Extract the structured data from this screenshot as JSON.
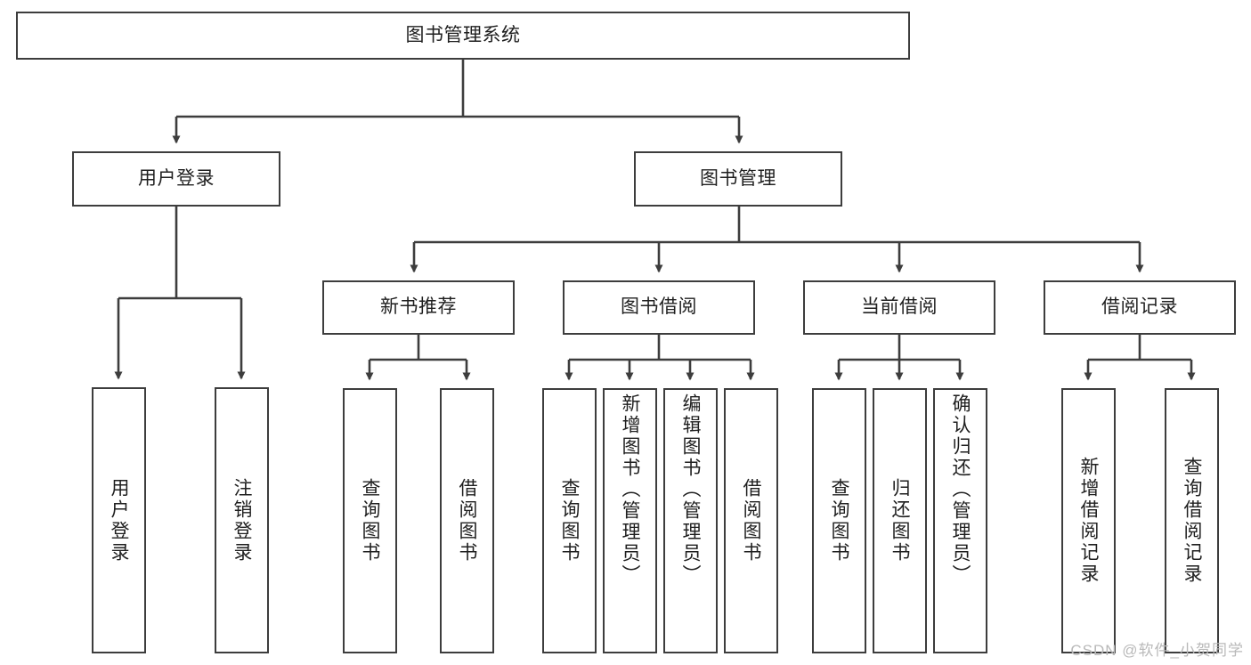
{
  "diagram": {
    "type": "hierarchy-tree",
    "title": "图书管理系统",
    "watermark": "CSDN @软件_小贺同学",
    "colors": {
      "stroke": "#3d3d3d",
      "fill": "#ffffff",
      "text": "#1f1f1f",
      "watermark": "#b9b9b9"
    },
    "nodes": {
      "root": {
        "label": "图书管理系统"
      },
      "level2": [
        {
          "id": "user-login",
          "label": "用户登录"
        },
        {
          "id": "book-manage",
          "label": "图书管理"
        }
      ],
      "level3": [
        {
          "id": "new-book-recommend",
          "label": "新书推荐"
        },
        {
          "id": "book-borrow",
          "label": "图书借阅"
        },
        {
          "id": "current-borrow",
          "label": "当前借阅"
        },
        {
          "id": "borrow-record",
          "label": "借阅记录"
        }
      ],
      "leaves": {
        "user-login": [
          {
            "id": "leaf-user-login",
            "label": "用户登录"
          },
          {
            "id": "leaf-user-logout",
            "label": "注销登录"
          }
        ],
        "new-book-recommend": [
          {
            "id": "leaf-query-book-1",
            "label": "查询图书"
          },
          {
            "id": "leaf-borrow-book-1",
            "label": "借阅图书"
          }
        ],
        "book-borrow": [
          {
            "id": "leaf-query-book-2",
            "label": "查询图书"
          },
          {
            "id": "leaf-add-book",
            "label": "新增图书（管理员）"
          },
          {
            "id": "leaf-edit-book",
            "label": "编辑图书（管理员）"
          },
          {
            "id": "leaf-borrow-book-2",
            "label": "借阅图书"
          }
        ],
        "current-borrow": [
          {
            "id": "leaf-query-book-3",
            "label": "查询图书"
          },
          {
            "id": "leaf-return-book",
            "label": "归还图书"
          },
          {
            "id": "leaf-confirm-return",
            "label": "确认归还（管理员）"
          }
        ],
        "borrow-record": [
          {
            "id": "leaf-add-record",
            "label": "新增借阅记录"
          },
          {
            "id": "leaf-query-record",
            "label": "查询借阅记录"
          }
        ]
      }
    }
  }
}
